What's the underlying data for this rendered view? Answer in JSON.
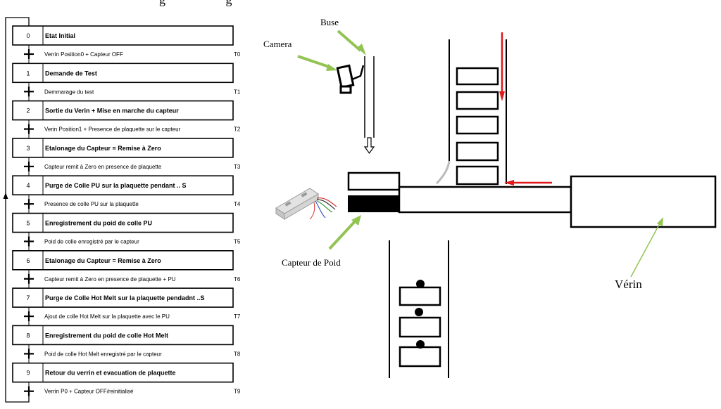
{
  "title_fragment": "g                   g",
  "grafcet": {
    "steps": [
      {
        "num": "0",
        "label": "Etat Initial"
      },
      {
        "num": "1",
        "label": "Demande de Test"
      },
      {
        "num": "2",
        "label": "Sortie du Verin + Mise en marche du capteur"
      },
      {
        "num": "3",
        "label": "Etalonage du Capteur = Remise à Zero"
      },
      {
        "num": "4",
        "label": "Purge de Colle PU sur la plaquette pendant  .. S"
      },
      {
        "num": "5",
        "label": "Enregistrement du poid de colle PU"
      },
      {
        "num": "6",
        "label": "Etalonage du Capteur = Remise à Zero"
      },
      {
        "num": "7",
        "label": "Purge de Colle Hot Melt sur la plaquette pendadnt  ..S"
      },
      {
        "num": "8",
        "label": "Enregistrement du poid de colle Hot Melt"
      },
      {
        "num": "9",
        "label": "Retour du verrin et evacuation de plaquette"
      }
    ],
    "transitions": [
      {
        "id": "T0",
        "label": "Verrin Position0 + Capteur OFF"
      },
      {
        "id": "T1",
        "label": "Demmarage du test"
      },
      {
        "id": "T2",
        "label": "Verin Position1 + Presence de plaquette sur le capteur"
      },
      {
        "id": "T3",
        "label": "Capteur remit à Zero en presence de plaquette"
      },
      {
        "id": "T4",
        "label": "Presence de colle PU sur la plaquette"
      },
      {
        "id": "T5",
        "label": "Poid de colle enregistré par le capteur"
      },
      {
        "id": "T6",
        "label": "Capteur remit à Zero en presence de plaquette + PU"
      },
      {
        "id": "T7",
        "label": "Ajout de colle Hot Melt sur la plaquette avec le PU"
      },
      {
        "id": "T8",
        "label": "Poid de colle Hot Melt enregistré par le capteur"
      },
      {
        "id": "T9",
        "label": "Verrin P0 + Capteur OFF/reinitialisé"
      }
    ]
  },
  "machine": {
    "labels": {
      "buse": "Buse",
      "camera": "Camera",
      "capteur": "Capteur de Poid",
      "verin": "Vérin"
    },
    "colors": {
      "pointer_arrow": "#92c353",
      "flow_arrow": "#e0181b",
      "line": "#000000"
    }
  }
}
